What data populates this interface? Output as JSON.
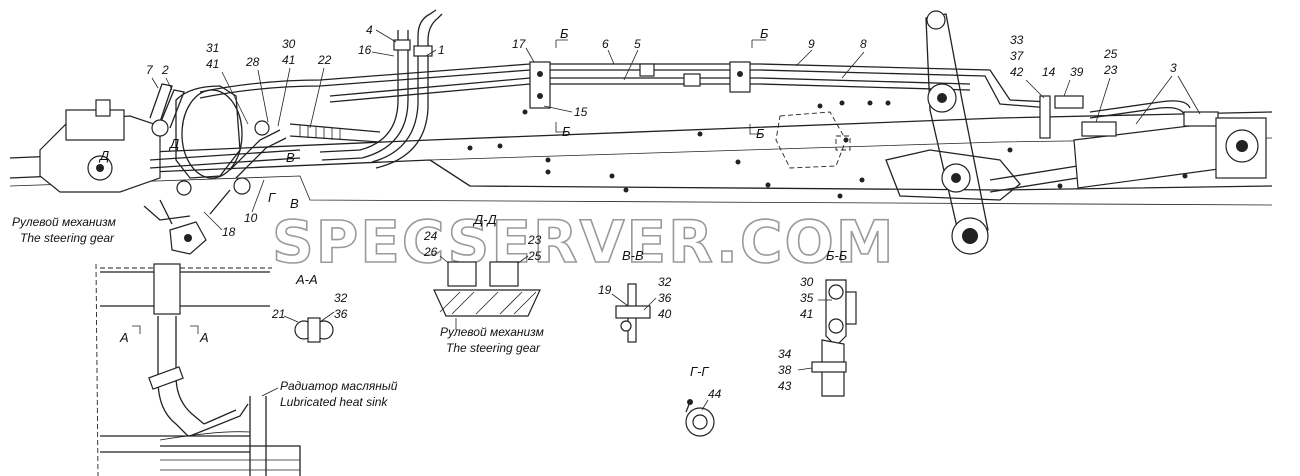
{
  "diagram": {
    "main_labels": [
      "4",
      "16",
      "1",
      "17",
      "Б",
      "6",
      "5",
      "Б",
      "9",
      "8",
      "33",
      "37",
      "42",
      "14",
      "39",
      "25",
      "23",
      "3",
      "31",
      "41",
      "28",
      "30",
      "41",
      "22",
      "7",
      "2",
      "Д",
      "Д",
      "В",
      "15",
      "Б",
      "Б",
      "Г",
      "В",
      "10",
      "18"
    ],
    "steering_caption": [
      "Рулевой механизм",
      "The steering gear"
    ],
    "watermark": "SPECSERVER.COM",
    "section_aa": {
      "title": "А-А",
      "numbers": [
        "32",
        "36",
        "21"
      ],
      "cut_marks": [
        "А",
        "А"
      ]
    },
    "section_dd": {
      "title": "Д-Д",
      "numbers": [
        "24",
        "26",
        "23",
        "25"
      ],
      "caption": [
        "Рулевой механизм",
        "The steering gear"
      ]
    },
    "section_vv": {
      "title": "В-В",
      "numbers": [
        "19",
        "32",
        "36",
        "40"
      ]
    },
    "section_bb": {
      "title": "Б-Б",
      "numbers": [
        "30",
        "35",
        "41",
        "34",
        "38",
        "43"
      ]
    },
    "section_gg": {
      "title": "Г-Г",
      "numbers": [
        "44"
      ]
    },
    "radiator_caption": [
      "Радиатор масляный",
      "Lubricated heat sink"
    ]
  }
}
